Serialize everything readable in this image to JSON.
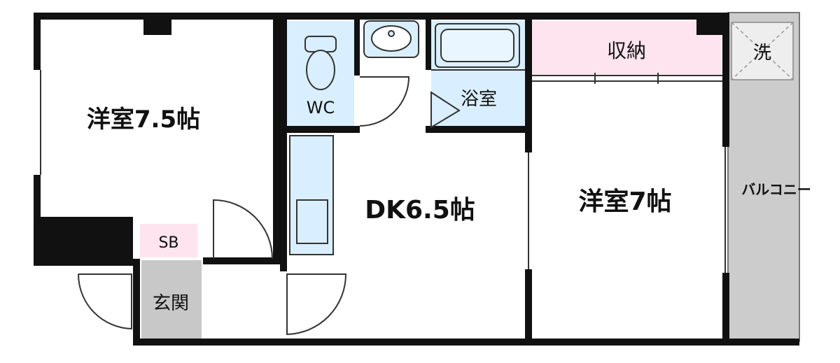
{
  "floor_plan": {
    "rooms": {
      "western_room_left": "洋室7.5帖",
      "western_room_right": "洋室7帖",
      "dining_kitchen": "DK6.5帖",
      "toilet": "WC",
      "bathroom": "浴室",
      "storage": "収納",
      "shoe_box": "SB",
      "entrance": "玄関",
      "balcony": "バルコニー",
      "washer": "洗"
    },
    "colors": {
      "wall": "#111111",
      "water_area": "#d9efff",
      "storage_area": "#fde4ee",
      "entrance_floor": "#c8c8c8",
      "balcony_floor": "#cccccc",
      "floor": "#ffffff"
    }
  }
}
